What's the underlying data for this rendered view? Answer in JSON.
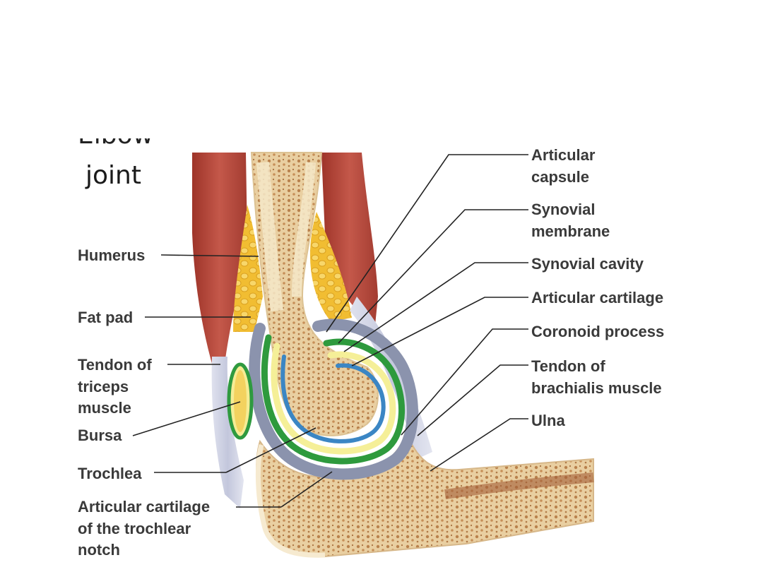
{
  "title": {
    "partial_heading": "Elbow",
    "heading": "joint"
  },
  "labels_left": [
    {
      "id": "humerus",
      "text": "Humerus"
    },
    {
      "id": "fat-pad",
      "text": "Fat pad"
    },
    {
      "id": "tendon-triceps",
      "text": "Tendon of\ntriceps\nmuscle"
    },
    {
      "id": "bursa",
      "text": "Bursa"
    },
    {
      "id": "trochlea",
      "text": "Trochlea"
    },
    {
      "id": "articular-cartilage-trochlear",
      "text": "Articular cartilage\nof the trochlear\nnotch"
    }
  ],
  "labels_right": [
    {
      "id": "articular-capsule",
      "text": "Articular\ncapsule"
    },
    {
      "id": "synovial-membrane",
      "text": "Synovial\nmembrane"
    },
    {
      "id": "synovial-cavity",
      "text": "Synovial cavity"
    },
    {
      "id": "articular-cartilage",
      "text": "Articular cartilage"
    },
    {
      "id": "coronoid-process",
      "text": "Coronoid process"
    },
    {
      "id": "tendon-brachialis",
      "text": "Tendon of\nbrachialis muscle"
    },
    {
      "id": "ulna",
      "text": "Ulna"
    }
  ],
  "colors": {
    "muscle": "#b5473c",
    "bone": "#f3e3c0",
    "marrow": "#c0844f",
    "fat": "#f2c23c",
    "tendon": "#c8cbe0",
    "capsule": "#8e97b4",
    "synovial_membrane": "#2f9a3f",
    "cavity": "#f6f09a",
    "cartilage": "#3d87c6",
    "leader_line": "#222222"
  }
}
